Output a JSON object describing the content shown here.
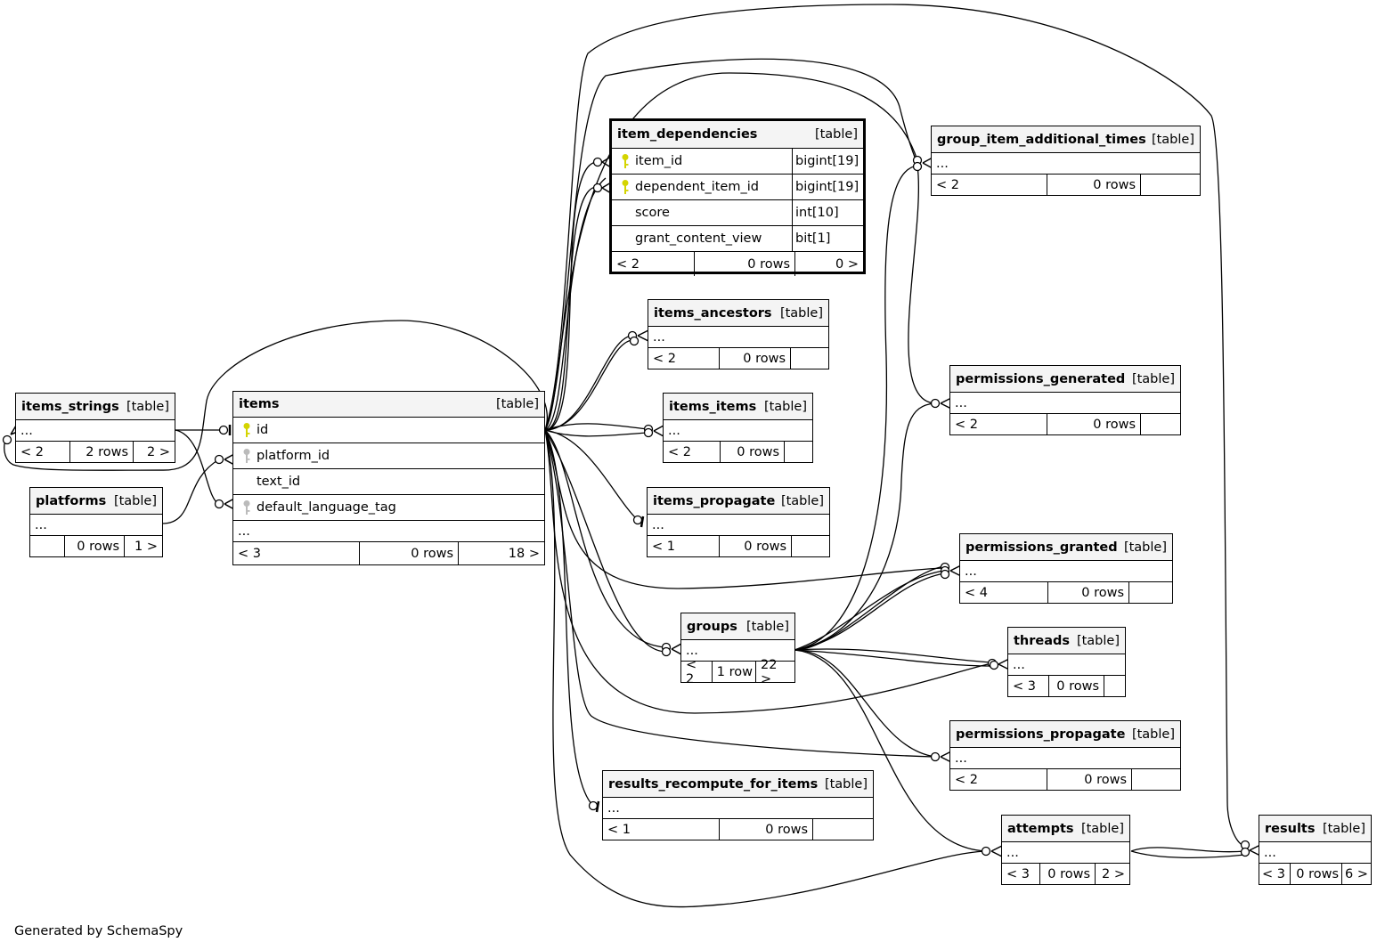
{
  "footer": "Generated by SchemaSpy",
  "colors": {
    "primary_key": "#d4d400",
    "foreign_key": "#bbbbbb",
    "header_bg": "#f4f4f4"
  },
  "tables": {
    "item_dependencies": {
      "name": "item_dependencies",
      "type": "[table]",
      "columns": [
        {
          "name": "item_id",
          "type": "bigint[19]",
          "key": "primary-key-icon"
        },
        {
          "name": "dependent_item_id",
          "type": "bigint[19]",
          "key": "primary-key-icon"
        },
        {
          "name": "score",
          "type": "int[10]"
        },
        {
          "name": "grant_content_view",
          "type": "bit[1]"
        }
      ],
      "footer": [
        "< 2",
        "0 rows",
        "0 >"
      ]
    },
    "items_ancestors": {
      "name": "items_ancestors",
      "type": "[table]",
      "more": "...",
      "footer": [
        "< 2",
        "0 rows",
        ""
      ]
    },
    "items_items": {
      "name": "items_items",
      "type": "[table]",
      "more": "...",
      "footer": [
        "< 2",
        "0 rows",
        ""
      ]
    },
    "items_propagate": {
      "name": "items_propagate",
      "type": "[table]",
      "more": "...",
      "footer": [
        "< 1",
        "0 rows",
        ""
      ]
    },
    "items_strings": {
      "name": "items_strings",
      "type": "[table]",
      "more": "...",
      "footer": [
        "< 2",
        "2 rows",
        "2 >"
      ]
    },
    "platforms": {
      "name": "platforms",
      "type": "[table]",
      "more": "...",
      "footer": [
        "",
        "0 rows",
        "1 >"
      ]
    },
    "items": {
      "name": "items",
      "type": "[table]",
      "columns": [
        {
          "name": "id",
          "key": "primary-key-icon"
        },
        {
          "name": "platform_id",
          "key": "foreign-key-icon"
        },
        {
          "name": "text_id"
        },
        {
          "name": "default_language_tag",
          "key": "foreign-key-icon"
        }
      ],
      "more": "...",
      "footer": [
        "< 3",
        "0 rows",
        "18 >"
      ]
    },
    "group_item_additional_times": {
      "name": "group_item_additional_times",
      "type": "[table]",
      "more": "...",
      "footer": [
        "< 2",
        "0 rows",
        ""
      ]
    },
    "permissions_generated": {
      "name": "permissions_generated",
      "type": "[table]",
      "more": "...",
      "footer": [
        "< 2",
        "0 rows",
        ""
      ]
    },
    "permissions_granted": {
      "name": "permissions_granted",
      "type": "[table]",
      "more": "...",
      "footer": [
        "< 4",
        "0 rows",
        ""
      ]
    },
    "groups": {
      "name": "groups",
      "type": "[table]",
      "more": "...",
      "footer": [
        "< 2",
        "1 row",
        "22 >"
      ]
    },
    "threads": {
      "name": "threads",
      "type": "[table]",
      "more": "...",
      "footer": [
        "< 3",
        "0 rows",
        ""
      ]
    },
    "permissions_propagate": {
      "name": "permissions_propagate",
      "type": "[table]",
      "more": "...",
      "footer": [
        "< 2",
        "0 rows",
        ""
      ]
    },
    "results_recompute_for_items": {
      "name": "results_recompute_for_items",
      "type": "[table]",
      "more": "...",
      "footer": [
        "< 1",
        "0 rows",
        ""
      ]
    },
    "attempts": {
      "name": "attempts",
      "type": "[table]",
      "more": "...",
      "footer": [
        "< 3",
        "0 rows",
        "2 >"
      ]
    },
    "results": {
      "name": "results",
      "type": "[table]",
      "more": "...",
      "footer": [
        "< 3",
        "0 rows",
        "6 >"
      ]
    }
  }
}
